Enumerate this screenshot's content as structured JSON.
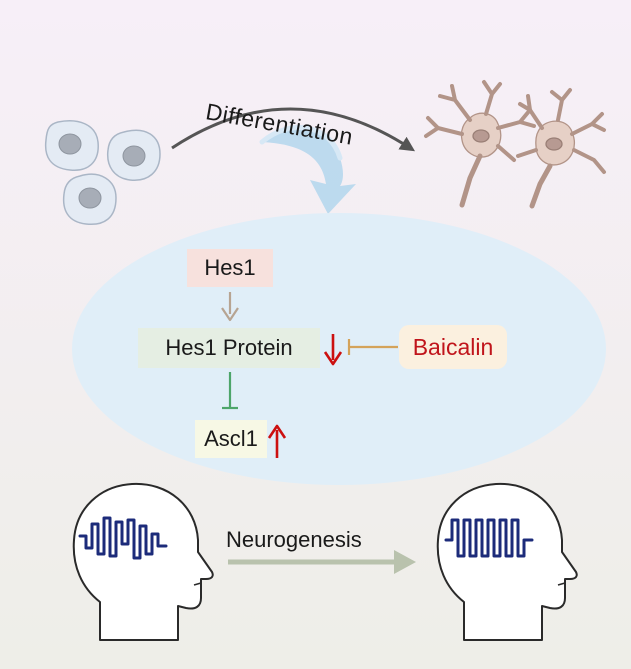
{
  "labels": {
    "differentiation": "Differentiation",
    "hes1": "Hes1",
    "hes1_protein": "Hes1 Protein",
    "baicalin": "Baicalin",
    "ascl1": "Ascl1",
    "neurogenesis": "Neurogenesis"
  },
  "regulation": {
    "hes1_protein": "down",
    "ascl1": "up",
    "baicalin_effect_on_hes1_protein": "inhibits",
    "hes1_protein_effect_on_ascl1": "inhibits"
  },
  "colors": {
    "background_top": "#f7eff8",
    "background_bottom": "#eeeee8",
    "pathway_ellipse": "#e0eef8",
    "hes1_box": "#f7e1dd",
    "hes1_protein_box": "#e5eee3",
    "baicalin_box": "#fbf0df",
    "baicalin_text": "#c0141b",
    "ascl1_box": "#f7f8e5",
    "regulation_arrow": "#cc1010",
    "inhibition_baicalin": "#d4a35a",
    "inhibition_hes1": "#4da56a",
    "activation_arrow": "#b7a492",
    "neurogenesis_arrow": "#b9c2ad",
    "brain_wave": "#1c2b7a",
    "cell_fill": "#e4ebf4",
    "neuron_fill": "#e6d0c6"
  }
}
